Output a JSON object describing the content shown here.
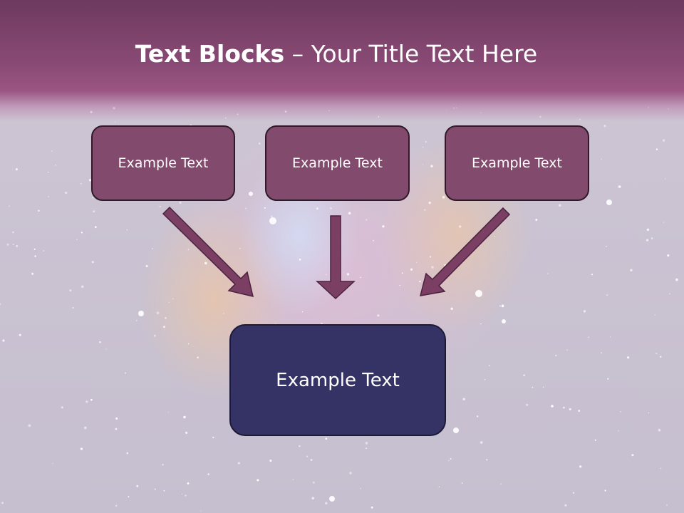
{
  "title": {
    "bold": "Text Blocks",
    "rest": "– Your Title Text Here"
  },
  "top_blocks": [
    {
      "label": "Example Text"
    },
    {
      "label": "Example Text"
    },
    {
      "label": "Example Text"
    }
  ],
  "bottom_block": {
    "label": "Example Text"
  },
  "colors": {
    "header": "#8a4b76",
    "top_block_fill": "#824a6c",
    "bottom_block_fill": "#353365",
    "arrow_fill": "#7a3f63"
  }
}
